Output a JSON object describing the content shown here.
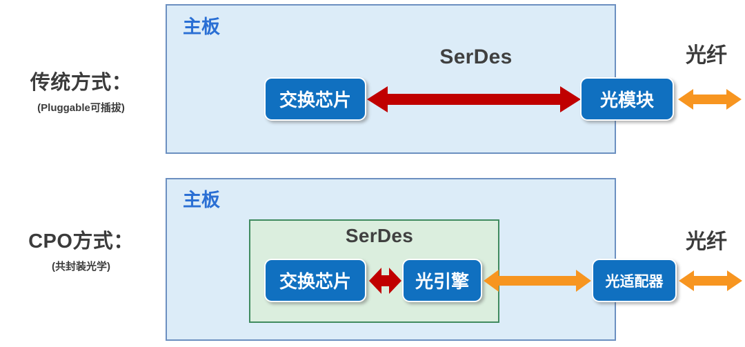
{
  "colors": {
    "board_fill": "#dcecf8",
    "board_border": "#6b8fc0",
    "package_fill": "#dbeede",
    "package_border": "#3f8a5e",
    "chip_fill": "#1070c0",
    "red_arrow": "#c00000",
    "orange_arrow": "#f79520",
    "board_title_text": "#2a6fd4",
    "caption_text": "#404040",
    "page_background": "#ffffff"
  },
  "rows": [
    {
      "id": "traditional",
      "label_title": "传统方式：",
      "label_sub": "(Pluggable可插拔)",
      "board_title": "主板",
      "serdes_caption": "SerDes",
      "fiber_caption": "光纤",
      "chips": [
        {
          "name": "switch-chip",
          "label": "交换芯片"
        },
        {
          "name": "optical-module",
          "label": "光模块"
        }
      ],
      "arrows": [
        {
          "name": "serdes-link-arrow",
          "color": "#c00000",
          "style": "double"
        },
        {
          "name": "fiber-link-arrow",
          "color": "#f79520",
          "style": "double"
        }
      ]
    },
    {
      "id": "cpo",
      "label_title": "CPO方式：",
      "label_sub": "(共封装光学)",
      "board_title": "主板",
      "serdes_caption": "SerDes",
      "fiber_caption": "光纤",
      "chips": [
        {
          "name": "switch-chip",
          "label": "交换芯片"
        },
        {
          "name": "optical-engine",
          "label": "光引擎"
        },
        {
          "name": "optical-adapter",
          "label": "光适配器"
        }
      ],
      "arrows": [
        {
          "name": "chip-to-engine-arrow",
          "color": "#c00000",
          "style": "double"
        },
        {
          "name": "engine-to-adapter-arrow",
          "color": "#f79520",
          "style": "double"
        },
        {
          "name": "adapter-to-fiber-arrow",
          "color": "#f79520",
          "style": "double"
        }
      ]
    }
  ]
}
